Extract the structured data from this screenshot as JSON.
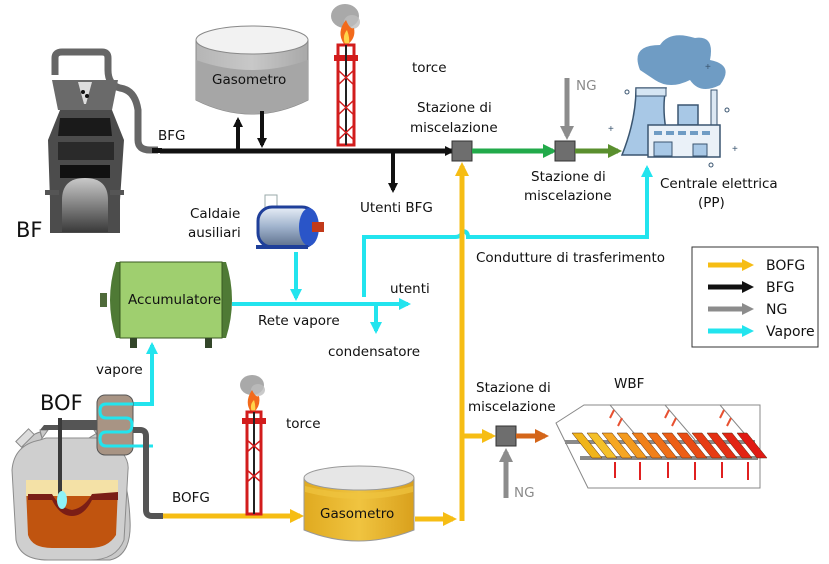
{
  "title": "Schema reti gas e vapore acciaieria",
  "colors": {
    "bofg": "#f6bd14",
    "bfg": "#111111",
    "ng": "#8c8c8c",
    "vapore": "#22e4ee",
    "mixed_green": "#22aa4a",
    "mixed_darkgreen": "#5a8f2e",
    "mixed_orange": "#d4661a",
    "station": "#6e6e6e"
  },
  "labels": {
    "bf": "BF",
    "bof": "BOF",
    "bfg_line": "BFG",
    "bofg_line": "BOFG",
    "gasometro_top": "Gasometro",
    "gasometro_bottom": "Gasometro",
    "torce_top": "torce",
    "torce_bottom": "torce",
    "stazione1_l1": "Stazione di",
    "stazione1_l2": "miscelazione",
    "stazione2_l1": "Stazione di",
    "stazione2_l2": "miscelazione",
    "stazione3_l1": "Stazione di",
    "stazione3_l2": "miscelazione",
    "ng_top": "NG",
    "ng_bottom": "NG",
    "utenti_bfg": "Utenti BFG",
    "centrale_l1": "Centrale elettrica",
    "centrale_l2": "(PP)",
    "caldaie_l1": "Caldaie",
    "caldaie_l2": "ausiliari",
    "condutture": "Condutture di trasferimento",
    "accumulatore": "Accumulatore",
    "utenti": "utenti",
    "rete_vapore": "Rete vapore",
    "condensatore": "condensatore",
    "vapore": "vapore",
    "wbf": "WBF"
  },
  "legend": {
    "items": [
      {
        "label": "BOFG",
        "color": "#f6bd14"
      },
      {
        "label": "BFG",
        "color": "#111111"
      },
      {
        "label": "NG",
        "color": "#8c8c8c"
      },
      {
        "label": "Vapore",
        "color": "#22e4ee"
      }
    ]
  }
}
